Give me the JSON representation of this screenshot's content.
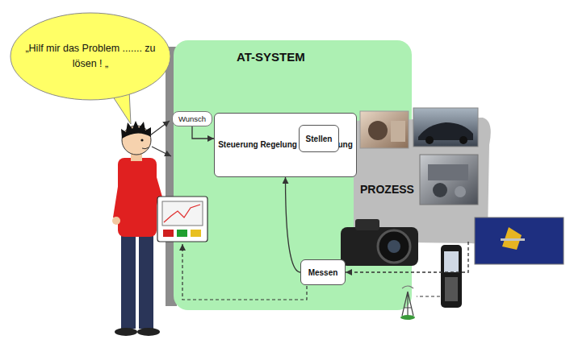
{
  "diagram": {
    "nodes": [
      {
        "text": [
          "AT-SYSTEM"
        ]
      },
      {
        "text": [
          "Steuerung Regelung Überwachung"
        ],
        "in": 0
      },
      {
        "text": [
          "Stellen"
        ],
        "in": 0
      },
      {
        "text": [
          "Messen"
        ],
        "in": 0
      },
      {
        "text": [
          "PROZESS"
        ]
      },
      {
        "text": [
          "„Hilf mir das Problem ....... zu lösen ! „"
        ]
      },
      {
        "text": [
          "Wunsch"
        ]
      }
    ],
    "edges": [
      {
        "from": 6,
        "to": 1,
        "arrow": "to"
      },
      {
        "from": 1,
        "to": 2,
        "arrow": "to"
      },
      {
        "from": 2,
        "to": 4,
        "arrow": "to"
      },
      {
        "from": 4,
        "to": 3,
        "arrow": "to"
      },
      {
        "from": 3,
        "to": 1,
        "arrow": "to"
      }
    ]
  }
}
